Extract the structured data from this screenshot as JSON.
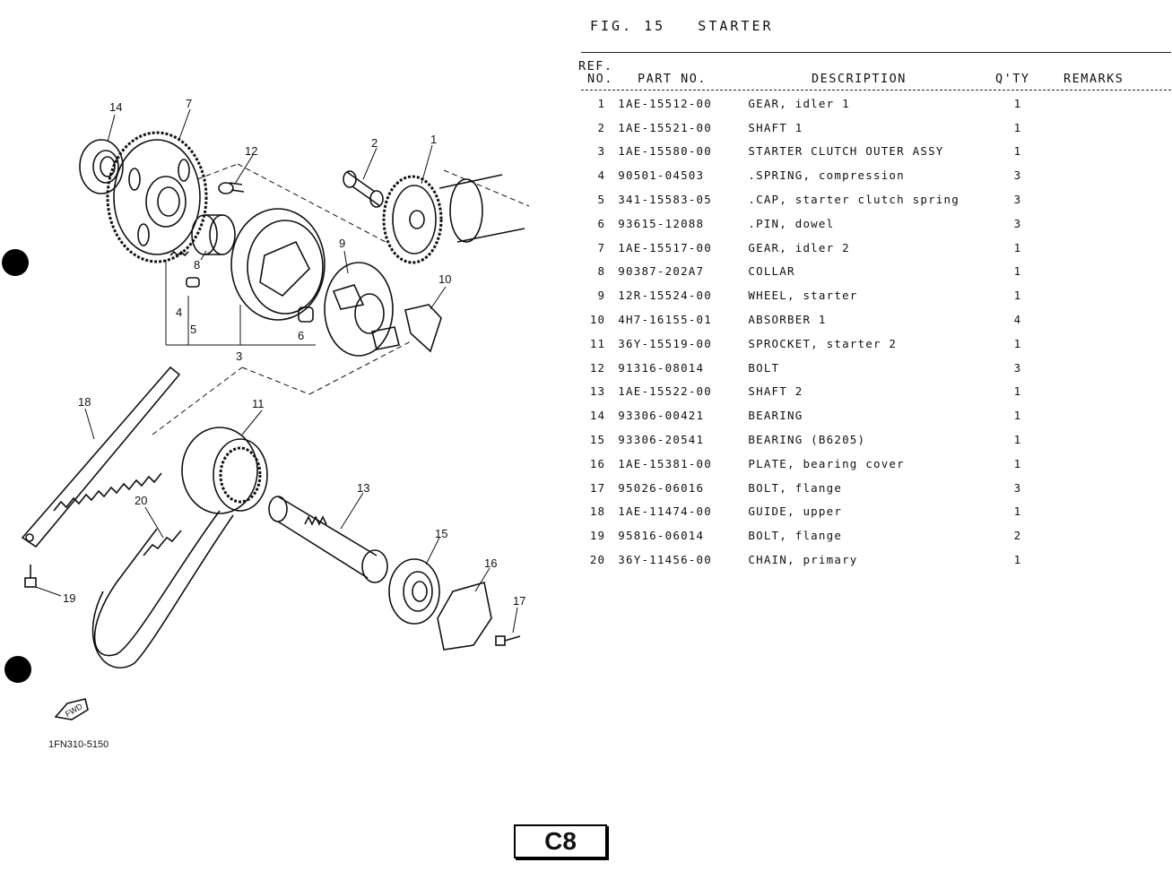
{
  "figure": {
    "title": "FIG. 15   STARTER"
  },
  "columns": {
    "ref_line1": "REF.",
    "ref_line2": "NO.",
    "part_no": "PART NO.",
    "description": "DESCRIPTION",
    "qty": "Q'TY",
    "remarks": "REMARKS"
  },
  "parts": [
    {
      "ref": "1",
      "part_no": "1AE-15512-00",
      "description": "GEAR, idler 1",
      "qty": "1"
    },
    {
      "ref": "2",
      "part_no": "1AE-15521-00",
      "description": "SHAFT 1",
      "qty": "1"
    },
    {
      "ref": "3",
      "part_no": "1AE-15580-00",
      "description": "STARTER CLUTCH OUTER ASSY",
      "qty": "1"
    },
    {
      "ref": "4",
      "part_no": "90501-04503",
      "description": ".SPRING, compression",
      "qty": "3"
    },
    {
      "ref": "5",
      "part_no": "341-15583-05",
      "description": ".CAP, starter clutch spring",
      "qty": "3"
    },
    {
      "ref": "6",
      "part_no": "93615-12088",
      "description": ".PIN, dowel",
      "qty": "3"
    },
    {
      "ref": "7",
      "part_no": "1AE-15517-00",
      "description": "GEAR, idler 2",
      "qty": "1"
    },
    {
      "ref": "8",
      "part_no": "90387-202A7",
      "description": "COLLAR",
      "qty": "1"
    },
    {
      "ref": "9",
      "part_no": "12R-15524-00",
      "description": "WHEEL, starter",
      "qty": "1"
    },
    {
      "ref": "10",
      "part_no": "4H7-16155-01",
      "description": "ABSORBER 1",
      "qty": "4"
    },
    {
      "ref": "11",
      "part_no": "36Y-15519-00",
      "description": "SPROCKET, starter 2",
      "qty": "1"
    },
    {
      "ref": "12",
      "part_no": "91316-08014",
      "description": "BOLT",
      "qty": "3"
    },
    {
      "ref": "13",
      "part_no": "1AE-15522-00",
      "description": "SHAFT 2",
      "qty": "1"
    },
    {
      "ref": "14",
      "part_no": "93306-00421",
      "description": "BEARING",
      "qty": "1"
    },
    {
      "ref": "15",
      "part_no": "93306-20541",
      "description": "BEARING (B6205)",
      "qty": "1"
    },
    {
      "ref": "16",
      "part_no": "1AE-15381-00",
      "description": "PLATE, bearing cover",
      "qty": "1"
    },
    {
      "ref": "17",
      "part_no": "95026-06016",
      "description": "BOLT, flange",
      "qty": "3"
    },
    {
      "ref": "18",
      "part_no": "1AE-11474-00",
      "description": "GUIDE, upper",
      "qty": "1"
    },
    {
      "ref": "19",
      "part_no": "95816-06014",
      "description": "BOLT, flange",
      "qty": "2"
    },
    {
      "ref": "20",
      "part_no": "36Y-11456-00",
      "description": "CHAIN, primary",
      "qty": "1"
    }
  ],
  "diagram": {
    "callouts": [
      "14",
      "7",
      "12",
      "2",
      "1",
      "9",
      "10",
      "8",
      "4",
      "5",
      "6",
      "3",
      "18",
      "11",
      "20",
      "13",
      "15",
      "16",
      "17",
      "19"
    ],
    "fwd_label": "FWD",
    "drawing_code": "1FN310-5150"
  },
  "page_code": "C8"
}
